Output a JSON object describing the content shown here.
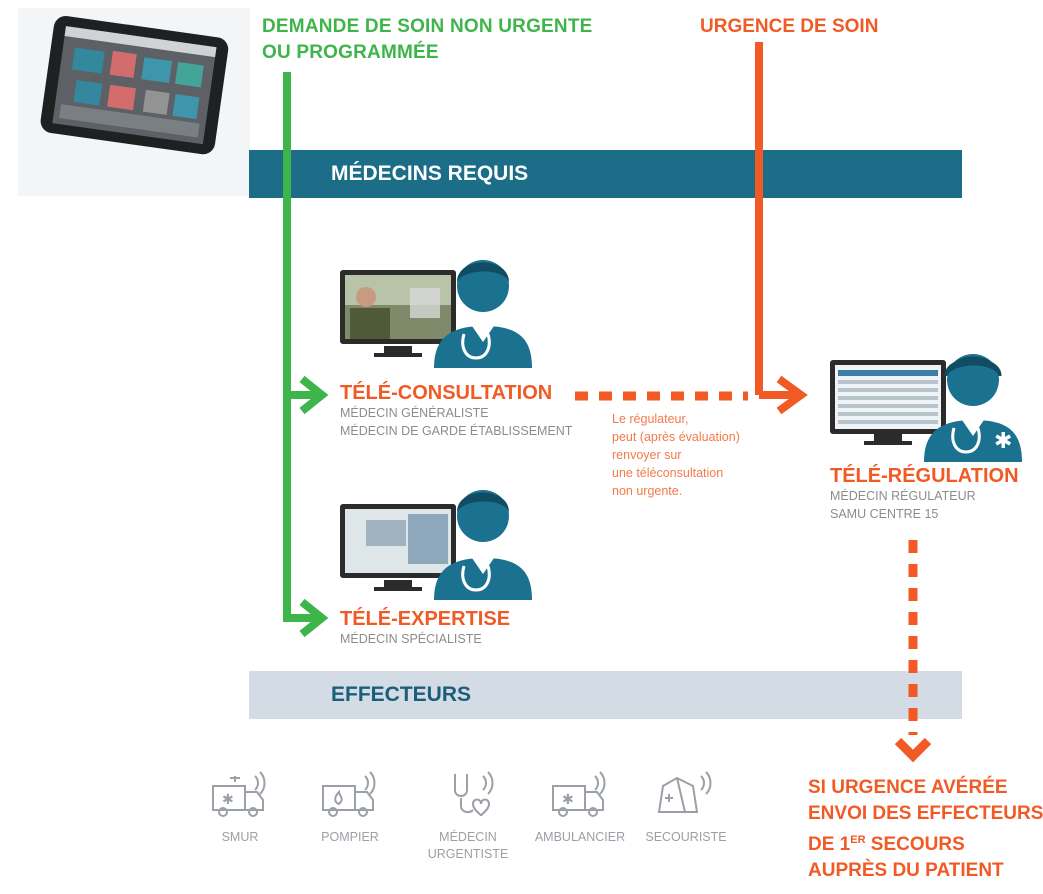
{
  "headers": {
    "non_urgent_line1": "DEMANDE DE SOIN NON URGENTE",
    "non_urgent_line2": "OU PROGRAMMÉE",
    "urgent": "URGENCE DE SOIN"
  },
  "bands": {
    "doctors": "MÉDECINS REQUIS",
    "effectors": "EFFECTEURS"
  },
  "nodes": {
    "teleconsultation": {
      "title": "TÉLÉ-CONSULTATION",
      "sub1": "MÉDECIN GÉNÉRALISTE",
      "sub2": "MÉDECIN DE GARDE ÉTABLISSEMENT"
    },
    "teleexpertise": {
      "title": "TÉLÉ-EXPERTISE",
      "sub1": "MÉDECIN SPÉCIALISTE"
    },
    "teleregulation": {
      "title": "TÉLÉ-RÉGULATION",
      "sub1": "MÉDECIN RÉGULATEUR",
      "sub2": "SAMU CENTRE 15"
    }
  },
  "note": [
    "Le régulateur,",
    "peut (après évaluation)",
    "renvoyer sur",
    "une téléconsultation",
    "non urgente."
  ],
  "effectors": [
    {
      "label_line1": "SMUR",
      "label_line2": "",
      "icon": "ambulance-icon"
    },
    {
      "label_line1": "POMPIER",
      "label_line2": "",
      "icon": "fire-truck-icon"
    },
    {
      "label_line1": "MÉDECIN",
      "label_line2": "URGENTISTE",
      "icon": "stethoscope-icon"
    },
    {
      "label_line1": "AMBULANCIER",
      "label_line2": "",
      "icon": "ambulance-icon"
    },
    {
      "label_line1": "SECOURISTE",
      "label_line2": "",
      "icon": "first-aid-tent-icon"
    }
  ],
  "final": {
    "line1": "SI URGENCE AVÉRÉE",
    "line2": "ENVOI DES EFFECTEURS",
    "line3_pre": "DE 1",
    "line3_sup": "ER",
    "line3_post": " SECOURS",
    "line4": "AUPRÈS DU PATIENT"
  },
  "colors": {
    "green": "#3db54a",
    "orange": "#f15a24",
    "teal": "#1b6d88",
    "band_light": "#d3dbe4",
    "grey_text": "#8c8c8c"
  }
}
